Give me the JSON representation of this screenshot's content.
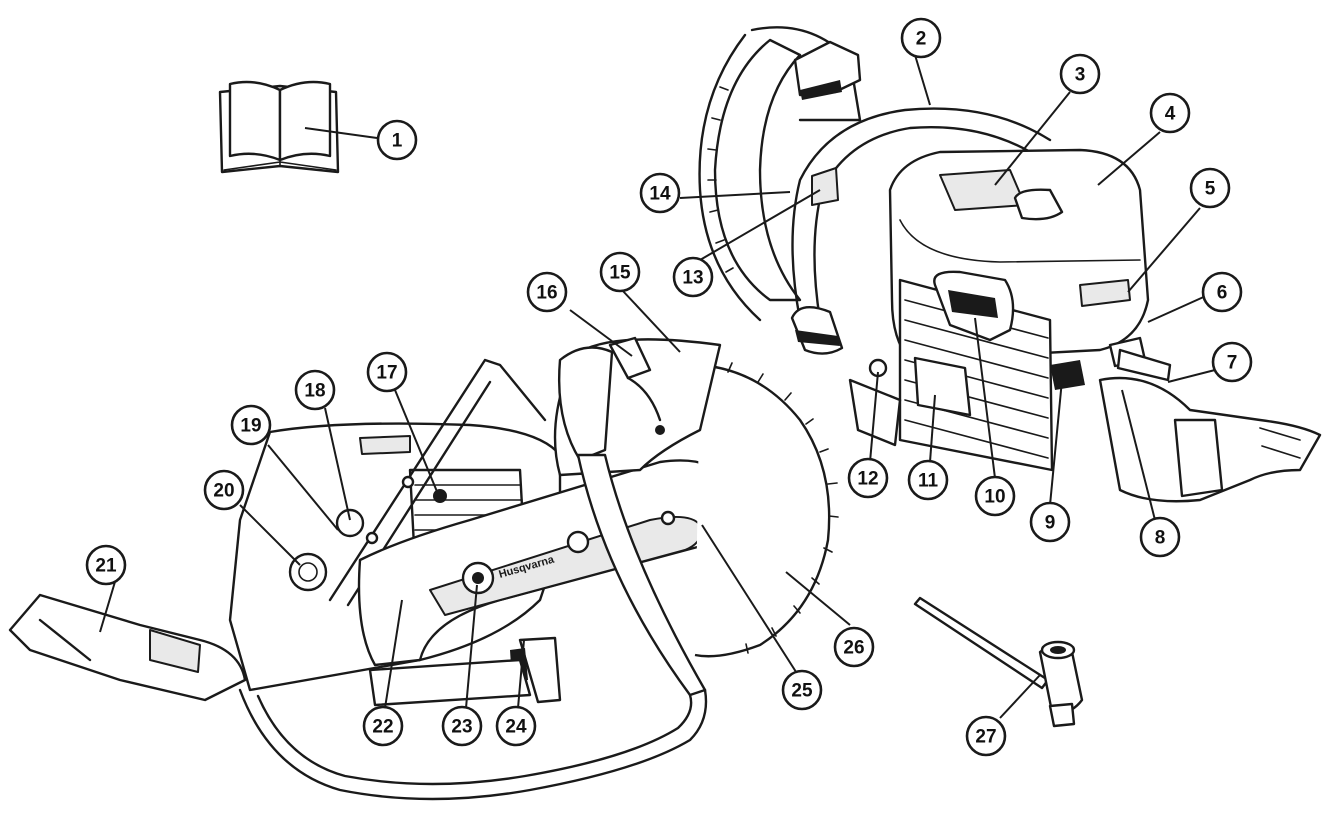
{
  "diagram": {
    "brand_label": "Husqvarna",
    "callouts": [
      {
        "label": "1"
      },
      {
        "label": "2"
      },
      {
        "label": "3"
      },
      {
        "label": "4"
      },
      {
        "label": "5"
      },
      {
        "label": "6"
      },
      {
        "label": "7"
      },
      {
        "label": "8"
      },
      {
        "label": "9"
      },
      {
        "label": "10"
      },
      {
        "label": "11"
      },
      {
        "label": "12"
      },
      {
        "label": "13"
      },
      {
        "label": "14"
      },
      {
        "label": "15"
      },
      {
        "label": "16"
      },
      {
        "label": "17"
      },
      {
        "label": "18"
      },
      {
        "label": "19"
      },
      {
        "label": "20"
      },
      {
        "label": "21"
      },
      {
        "label": "22"
      },
      {
        "label": "23"
      },
      {
        "label": "24"
      },
      {
        "label": "25"
      },
      {
        "label": "26"
      },
      {
        "label": "27"
      }
    ]
  }
}
